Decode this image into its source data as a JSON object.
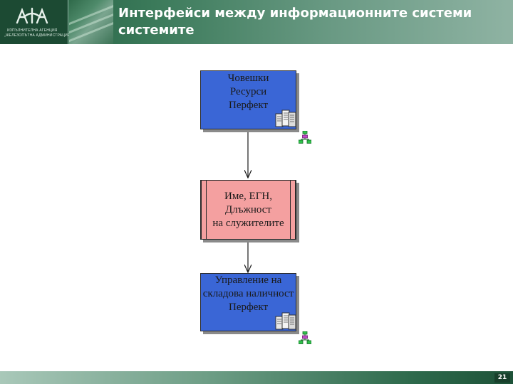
{
  "header": {
    "logo": {
      "line1": "ИЗПЪЛНИТЕЛНА АГЕНЦИЯ",
      "line2": "„ЖЕЛЕЗОПЪТНА АДМИНИСТРАЦИЯ\""
    },
    "title_line1": "Интерфейси между информационните системи",
    "title_line2": "системите"
  },
  "diagram": {
    "nodes": [
      {
        "id": "hr-system",
        "kind": "system",
        "lines": [
          "Човешки",
          "Ресурси",
          "Перфект"
        ],
        "color": "#3a66d6",
        "icon": "server-icon"
      },
      {
        "id": "employee-data",
        "kind": "data",
        "lines": [
          "Име, ЕГН,",
          "Длъжност",
          "на служителите"
        ],
        "color": "#f4a0a0"
      },
      {
        "id": "inventory-system",
        "kind": "system",
        "lines": [
          "Управление на",
          "складова наличност",
          "Перфект"
        ],
        "color": "#3a66d6",
        "icon": "server-icon"
      }
    ],
    "connectors": [
      "hr-system → employee-data",
      "employee-data → inventory-system"
    ]
  },
  "footer": {
    "page_number": "21"
  },
  "colors": {
    "header_dark": "#1e5a3c",
    "system_fill": "#3a66d6",
    "data_fill": "#f4a0a0"
  }
}
